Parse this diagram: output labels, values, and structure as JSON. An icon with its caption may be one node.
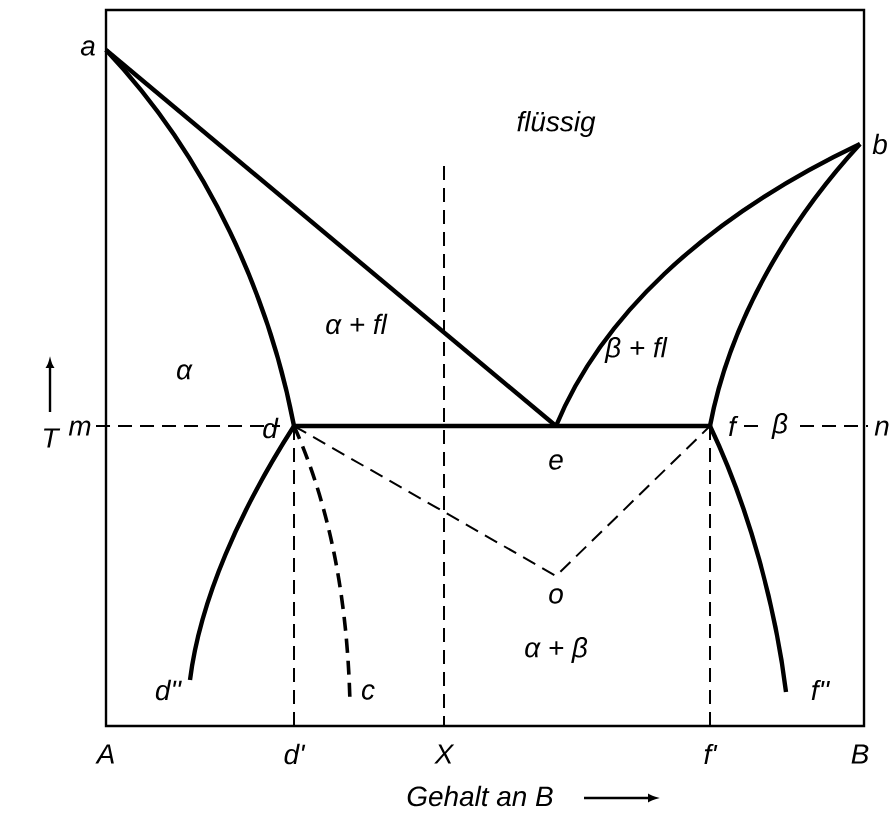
{
  "diagram": {
    "labels": [
      "a",
      "b",
      "flüssig",
      "α + fl",
      "β + fl",
      "α",
      "T",
      "m",
      "d",
      "e",
      "f",
      "β",
      "n",
      "o",
      "α + β",
      "d''",
      "c",
      "f''",
      "A",
      "d'",
      "X",
      "f'",
      "B",
      "Gehalt an B"
    ]
  }
}
